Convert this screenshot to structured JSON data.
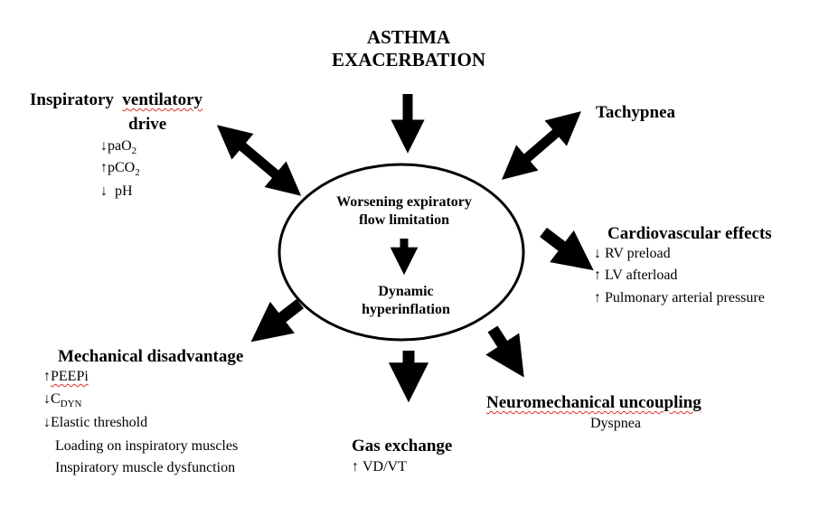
{
  "title": {
    "line1": "ASTHMA",
    "line2": "EXACERBATION"
  },
  "center": {
    "top_line1": "Worsening expiratory",
    "top_line2": "flow limitation",
    "bottom_line1": "Dynamic",
    "bottom_line2": "hyperinflation"
  },
  "inspiratory": {
    "heading_word1": "Inspiratory",
    "heading_word2": "ventilatory",
    "heading_line2": "drive",
    "items": [
      {
        "arrow": "↓",
        "base": "paO",
        "sub": "2"
      },
      {
        "arrow": "↑",
        "base": "pCO",
        "sub": "2"
      },
      {
        "arrow": "↓",
        "base": "pH",
        "sub": ""
      }
    ]
  },
  "tachypnea": {
    "heading": "Tachypnea"
  },
  "cardio": {
    "heading": "Cardiovascular effects",
    "items": [
      {
        "arrow": "↓",
        "text": "RV preload"
      },
      {
        "arrow": "↑",
        "text": "LV afterload"
      },
      {
        "arrow": "↑",
        "text": "Pulmonary arterial pressure"
      }
    ]
  },
  "mechanical": {
    "heading": "Mechanical disadvantage",
    "items": [
      {
        "arrow": "↑",
        "base": "PEEPi",
        "sub": ""
      },
      {
        "arrow": "↓",
        "base": "C",
        "sub": "DYN"
      },
      {
        "arrow": "↓",
        "base": "Elastic threshold",
        "sub": ""
      },
      {
        "arrow": "",
        "base": "Loading on inspiratory muscles",
        "sub": ""
      },
      {
        "arrow": "",
        "base": "Inspiratory muscle dysfunction",
        "sub": ""
      }
    ]
  },
  "gas": {
    "heading": "Gas exchange",
    "item_arrow": "↑",
    "item_text": "VD/VT"
  },
  "neuro": {
    "heading": "Neuromechanical uncoupling",
    "item": "Dyspnea"
  },
  "colors": {
    "ink": "#000000",
    "spellcheck": "#e0302a"
  }
}
